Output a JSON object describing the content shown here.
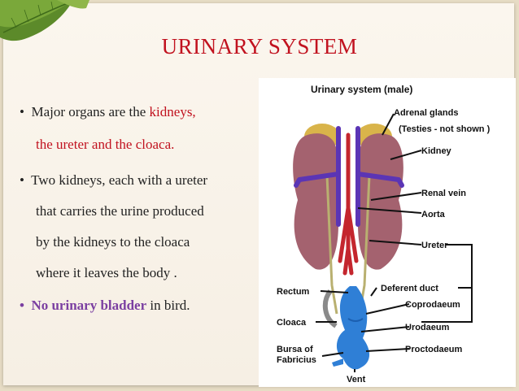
{
  "slide": {
    "title": "URINARY SYSTEM",
    "bullets": {
      "b1_l1_pre": "Major organs are the ",
      "b1_l1_red": "kidneys,",
      "b1_l2_red": "the ureter and the cloaca.",
      "b2_l1": "Two kidneys, each with a ureter",
      "b2_l2": "that carries the urine produced",
      "b2_l3": "by the kidneys to the cloaca",
      "b2_l4": "where it leaves the body .",
      "b3_bold": "No urinary bladder",
      "b3_rest": " in bird.",
      "bullet_char": "•"
    }
  },
  "diagram": {
    "title": "Urinary system (male)",
    "labels": {
      "adrenal": "Adrenal glands",
      "testes": "(Testies - not shown )",
      "kidney": "Kidney",
      "renal_vein": "Renal vein",
      "aorta": "Aorta",
      "ureter": "Ureter",
      "deferent": "Deferent duct",
      "rectum": "Rectum",
      "coprodaeum": "Coprodaeum",
      "cloaca": "Cloaca",
      "urodaeum": "Urodaeum",
      "bursa1": "Bursa of",
      "bursa2": "Fabricius",
      "proctodaeum": "Proctodaeum",
      "vent": "Vent"
    }
  },
  "colors": {
    "title_red": "#c1121f",
    "bold_purple": "#7b3fa1",
    "kidney": "#a4626f",
    "adrenal": "#d9b44a",
    "vein": "#5b35b5",
    "aorta": "#c4262e",
    "cloaca": "#2f7fd6",
    "ureter": "#b9b070"
  }
}
